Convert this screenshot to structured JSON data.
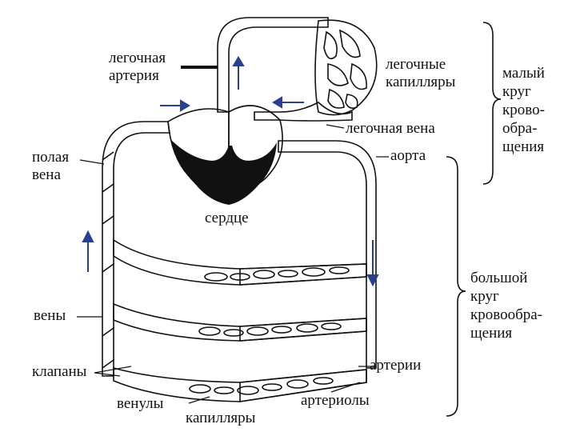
{
  "labels": {
    "pulmonary_artery": "легочная\nартерия",
    "pulmonary_capillaries": "легочные\nкапилляры",
    "pulmonary_vein": "легочная вена",
    "vena_cava": "полая\nвена",
    "aorta": "аорта",
    "heart": "сердце",
    "veins": "вены",
    "valves": "клапаны",
    "arteries": "артерии",
    "venules": "венулы",
    "arterioles": "артериолы",
    "capillaries": "капилляры"
  },
  "circuits": {
    "pulmonary": "малый\nкруг\nкрово-\nобра-\nщения",
    "systemic": "большой\nкруг\nкровообра-\nщения"
  },
  "colors": {
    "oxygenated": "#bfe7f2",
    "deoxygenated": "#ffffff",
    "heart_septum": "#111111",
    "arrow": "#2a3f8f",
    "outline": "#111111"
  }
}
